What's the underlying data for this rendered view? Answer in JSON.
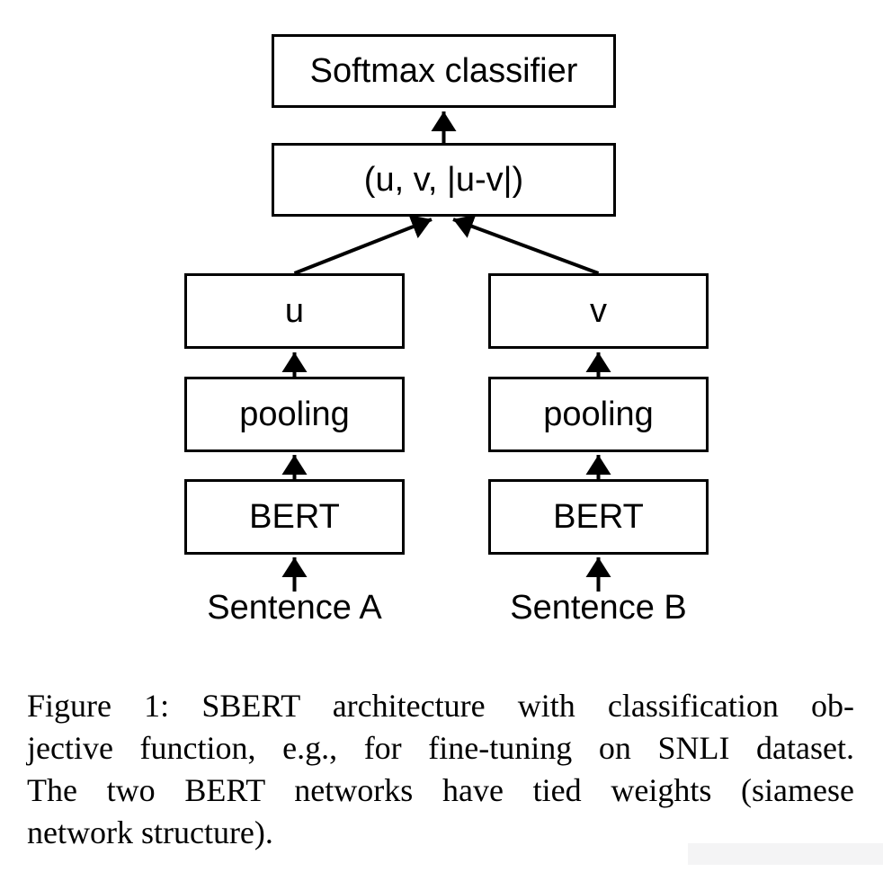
{
  "diagram": {
    "softmax_label": "Softmax classifier",
    "concat_label": "(u, v, |u-v|)",
    "left_branch": {
      "embedding": "u",
      "pooling": "pooling",
      "encoder": "BERT",
      "input": "Sentence A"
    },
    "right_branch": {
      "embedding": "v",
      "pooling": "pooling",
      "encoder": "BERT",
      "input": "Sentence B"
    }
  },
  "caption": {
    "lines": [
      "Figure 1: SBERT architecture with classification ob-",
      "jective function, e.g., for fine-tuning on SNLI dataset.",
      "The two BERT networks have tied weights (siamese",
      "network structure)."
    ]
  },
  "colors": {
    "stroke": "#000000",
    "background": "#ffffff",
    "artifact_gray": "#f4f4f5"
  }
}
